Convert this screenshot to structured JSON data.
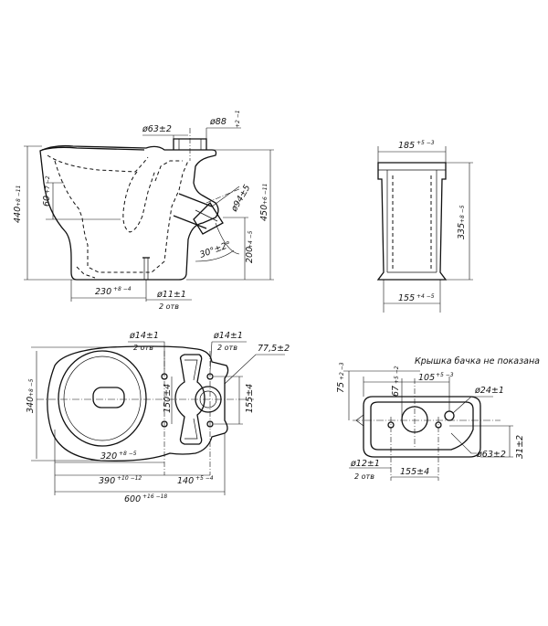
{
  "side_view": {
    "d_outlet": "ø63±2",
    "d_flush": "ø88",
    "d_flush_tol": "+2 −1",
    "h_total": "440",
    "h_total_tol": "+8 −11",
    "h_rim": "450",
    "h_rim_tol": "+6 −11",
    "h_60": "60",
    "h_60_tol": "+7 −2",
    "d_pipe": "ø94±5",
    "angle": "30°±2°",
    "h_200": "200",
    "h_200_tol": "+4 −5",
    "w_230": "230",
    "w_230_tol": "+8 −4",
    "d_holes": "ø11±1",
    "holes_count": "2 отв"
  },
  "tank_front": {
    "w_top": "185",
    "w_top_tol": "+5 −3",
    "h_tank": "335",
    "h_tank_tol": "+8 −5",
    "w_bottom": "155",
    "w_bottom_tol": "+4 −5"
  },
  "top_view": {
    "d_hole_left": "ø14±1",
    "d_hole_left_count": "2 отв",
    "d_hole_right": "ø14±1",
    "d_hole_right_count": "2 отв",
    "d_77": "77,5±2",
    "w_340": "340",
    "w_340_tol": "+8 −5",
    "d_150": "150±4",
    "d_155": "155±4",
    "l_320": "320",
    "l_320_tol": "+8 −5",
    "l_390": "390",
    "l_390_tol": "+10 −12",
    "l_140": "140",
    "l_140_tol": "+5 −4",
    "l_600": "600",
    "l_600_tol": "+16 −18"
  },
  "tank_top": {
    "note": "Крышка бачка не показана",
    "d_105": "105",
    "d_105_tol": "+5 −3",
    "d_75": "75",
    "d_75_tol": "+2 −3",
    "d_67": "67",
    "d_67_tol": "+5 −2",
    "d_24": "ø24±1",
    "d_31": "31±2",
    "d_63": "ø63±2",
    "d_12": "ø12±1",
    "d_12_count": "2 отв",
    "d_155": "155±4"
  }
}
